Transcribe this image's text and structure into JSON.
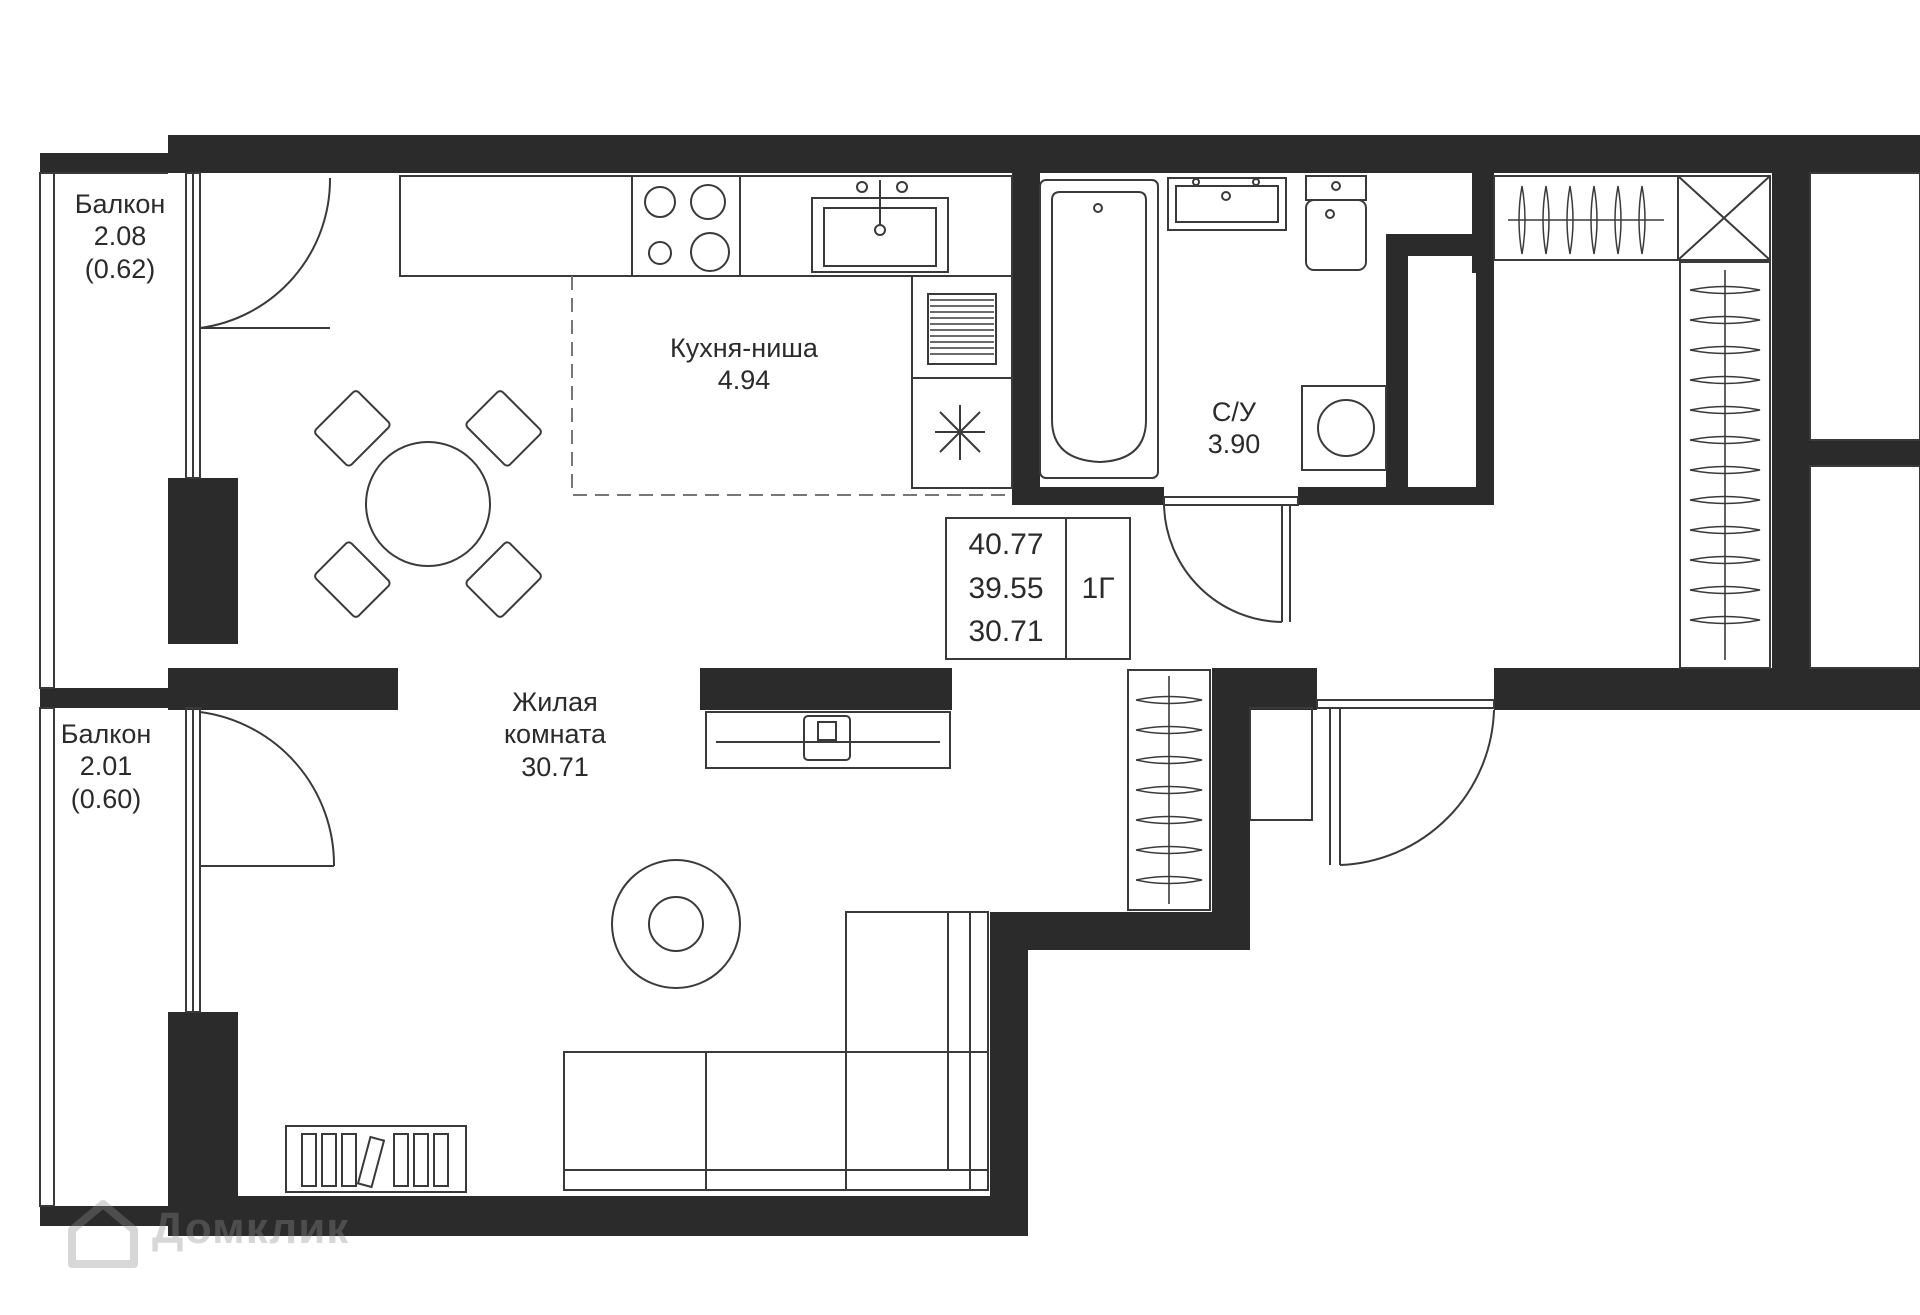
{
  "rooms": {
    "balcony_top": {
      "name": "Балкон",
      "area": "2.08",
      "reduced": "(0.62)"
    },
    "balcony_bottom": {
      "name": "Балкон",
      "area": "2.01",
      "reduced": "(0.60)"
    },
    "kitchen": {
      "name": "Кухня-ниша",
      "area": "4.94"
    },
    "bathroom": {
      "name": "С/У",
      "area": "3.90"
    },
    "living": {
      "name_line1": "Жилая",
      "name_line2": "комната",
      "area": "30.71"
    }
  },
  "summary": {
    "total": "40.77",
    "without_balcony": "39.55",
    "living": "30.71",
    "type": "1Г"
  },
  "watermark": "Домклик",
  "colors": {
    "wall": "#2b2b2b",
    "line": "#3a3a3a",
    "background": "#ffffff"
  }
}
